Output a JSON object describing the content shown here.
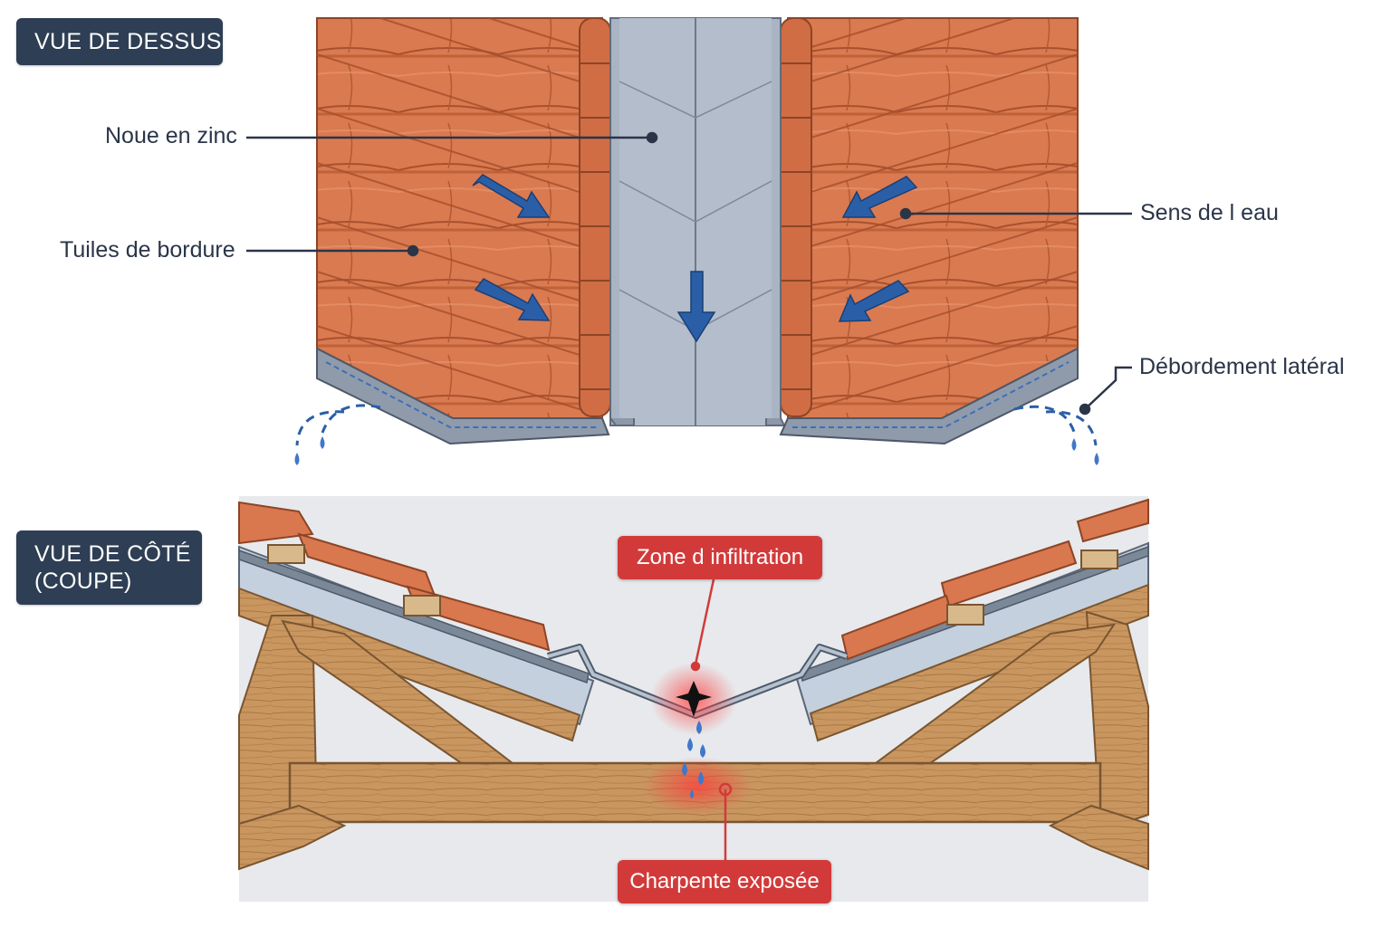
{
  "sections": {
    "top_view_title": "VUE DE DESSUS",
    "side_view_title_line1": "VUE DE CÔTÉ",
    "side_view_title_line2": "(COUPE)"
  },
  "labels": {
    "valley": "Noue en zinc",
    "edge_tiles": "Tuiles de bordure",
    "water_direction": "Sens de l eau",
    "overflow": "Débordement latéral",
    "infiltration": "Zone d infiltration",
    "exposed_frame": "Charpente exposée"
  },
  "colors": {
    "tile": "#d9774e",
    "tile_dark": "#a9522f",
    "zinc": "#a8b3c2",
    "zinc_dark": "#6d7888",
    "wood": "#c7935a",
    "arrow": "#2a5fa8",
    "alert": "#d23a3a",
    "tag": "#2e3e54"
  }
}
